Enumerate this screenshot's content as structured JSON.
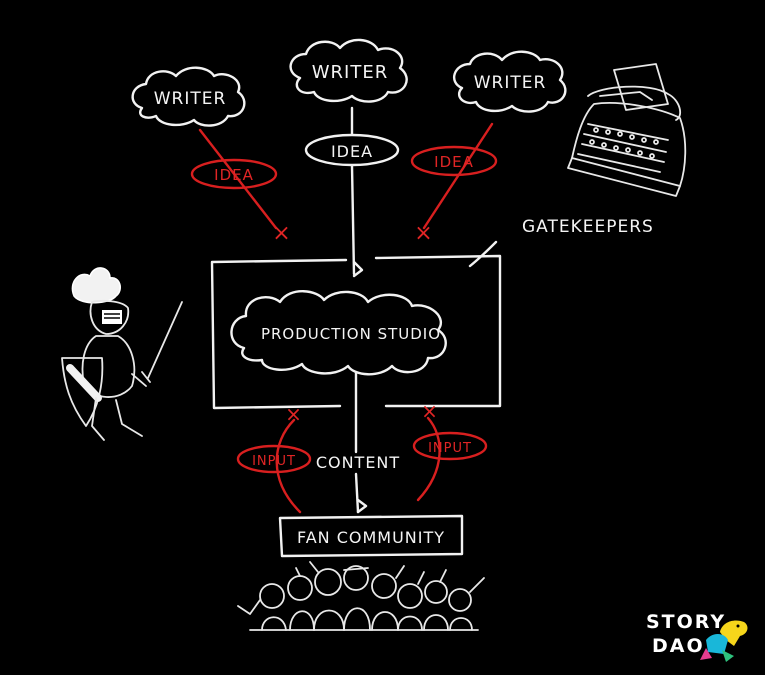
{
  "diagram": {
    "writer_left": "WRITER",
    "writer_center": "WRITER",
    "writer_right": "WRITER",
    "idea_left": "IDEA",
    "idea_center": "IDEA",
    "idea_right": "IDEA",
    "gatekeepers": "GATEKEEPERS",
    "production_studio": "PRODUCTION STUDIO",
    "content": "CONTENT",
    "input_left": "INPUT",
    "input_right": "INPUT",
    "fan_community": "FAN COMMUNITY",
    "rejected_mark": "×"
  },
  "logo": {
    "line1": "STORY",
    "line2": "DAO"
  },
  "colors": {
    "background": "#000000",
    "chalk": "#f2f2f2",
    "accent_red": "#d81f1f"
  },
  "icons": [
    "knight-icon",
    "typewriter-icon",
    "crowd-icon",
    "dinosaur-icon"
  ]
}
